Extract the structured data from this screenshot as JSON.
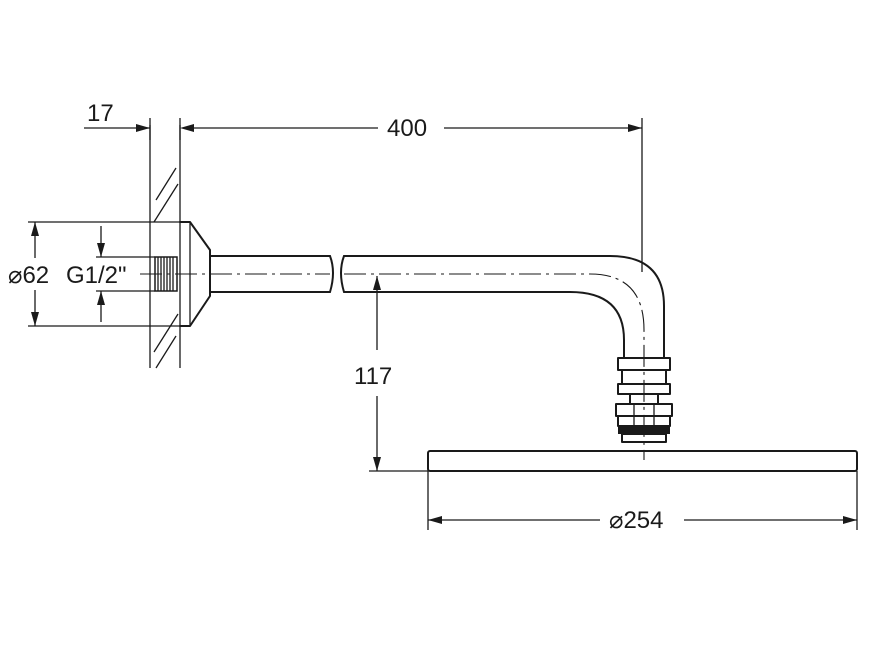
{
  "drawing": {
    "dim_wall_thickness": "17",
    "dim_arm_length": "400",
    "dim_flange_diameter": "⌀62",
    "dim_thread": "G1/2\"",
    "dim_drop_height": "117",
    "dim_head_diameter": "⌀254"
  }
}
